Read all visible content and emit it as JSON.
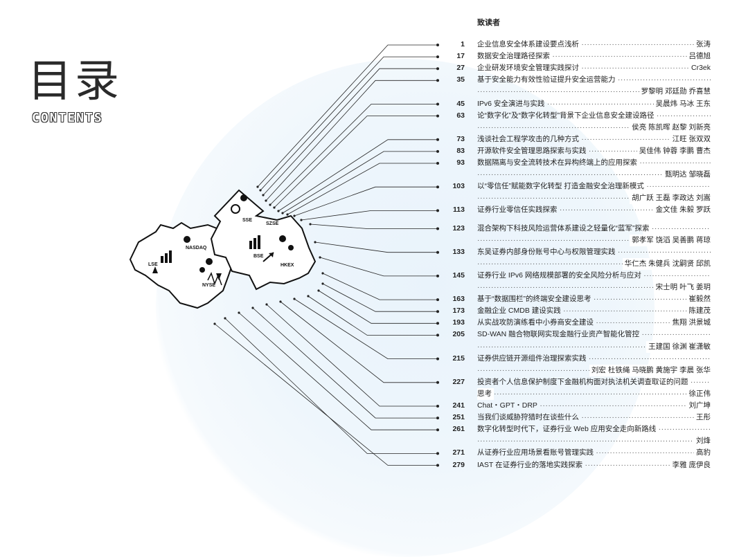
{
  "title": {
    "cn": "目录",
    "en": "CONTENTS"
  },
  "header": "致读者",
  "map_labels": {
    "sse": "SSE",
    "szse": "SZSE",
    "bse": "BSE",
    "hkex": "HKEX",
    "nasdaq": "NASDAQ",
    "lse": "LSE",
    "nyse": "NYSE"
  },
  "entries": [
    {
      "page": "1",
      "title": "企业信息安全体系建设要点浅析",
      "authors": "张涛"
    },
    {
      "page": "17",
      "title": "数据安全治理路径探索",
      "authors": "吕德旭"
    },
    {
      "page": "27",
      "title": "企业研发环境安全管理实践探讨",
      "authors": "Cr3ek"
    },
    {
      "page": "35",
      "title": "基于安全能力有效性验证提升安全运营能力",
      "authors": "",
      "cont": "罗黎明  邓廷勋  乔喜慧"
    },
    {
      "page": "45",
      "title": "IPv6 安全演进与实践",
      "authors": "吴晨炜  马冰  王东"
    },
    {
      "page": "63",
      "title": "论“数字化”及“数字化转型”背景下企业信息安全建设路径",
      "authors": "",
      "cont": "侯亮  陈凯晖  赵黎  刘新亮"
    },
    {
      "page": "73",
      "title": "浅谈社会工程学攻击的几种方式",
      "authors": "江旺  张双双"
    },
    {
      "page": "83",
      "title": "开源软件安全管理思路探索与实践",
      "authors": "吴佳伟  钟蓉  李鹏  曹杰"
    },
    {
      "page": "93",
      "title": "数据隔离与安全流转技术在异构终端上的应用探索",
      "authors": "",
      "cont": "甄明达  邹晓磊"
    },
    {
      "page": "103",
      "title": "以“零信任”赋能数字化转型 打造金融安全治理新模式",
      "authors": "",
      "cont": "胡广跃  王磊  李政达  刘嵩"
    },
    {
      "page": "113",
      "title": "证券行业零信任实践探索",
      "authors": "金文佳  朱毅  罗跃"
    },
    {
      "page": "123",
      "title": "混合架构下科技风险运营体系建设之轻量化“蓝军”探索",
      "authors": "",
      "cont": "郭孝军  饶滔  吴善鹏  蒋琼"
    },
    {
      "page": "133",
      "title": "东吴证券内部身份账号中心与权限管理实践",
      "authors": "",
      "cont": "华仁杰  朱健兵  沈嗣贤  邱凯"
    },
    {
      "page": "145",
      "title": "证券行业 IPv6 网络规模部署的安全风险分析与应对",
      "authors": "",
      "cont": "宋士明  叶飞  姜玥"
    },
    {
      "page": "163",
      "title": "基于“数据围栏”的终端安全建设思考",
      "authors": "崔毅然"
    },
    {
      "page": "173",
      "title": "金融企业 CMDB 建设实践",
      "authors": "陈建茂"
    },
    {
      "page": "193",
      "title": "从实战攻防演练看中小券商安全建设",
      "authors": "焦翔  洪景城"
    },
    {
      "page": "205",
      "title": "SD-WAN 融合物联网实现金融行业资产智能化管控",
      "authors": "",
      "cont": "王建国  徐渊  崔潇敏"
    },
    {
      "page": "215",
      "title": "证券供应链开源组件治理探索实践",
      "authors": "",
      "cont": "刘宏  杜铁绳  马晓鹏  黄施宇  李晨  张华"
    },
    {
      "page": "227",
      "title": "投资者个人信息保护制度下金融机构面对执法机关调查取证的问题",
      "authors": "",
      "cont2": "思考",
      "cont": "徐正伟"
    },
    {
      "page": "241",
      "title": "Chat・GPT・DRP",
      "authors": "刘广坤"
    },
    {
      "page": "251",
      "title": "当我们谈威胁狩猎时在谈些什么",
      "authors": "王彤"
    },
    {
      "page": "261",
      "title": "数字化转型时代下，证券行业 Web 应用安全走向新路线",
      "authors": "",
      "cont": "刘烽"
    },
    {
      "page": "271",
      "title": "从证券行业应用场景看账号管理实践",
      "authors": "高豹"
    },
    {
      "page": "279",
      "title": "IAST 在证券行业的落地实践探索",
      "authors": "李雅  庞伊良"
    }
  ]
}
